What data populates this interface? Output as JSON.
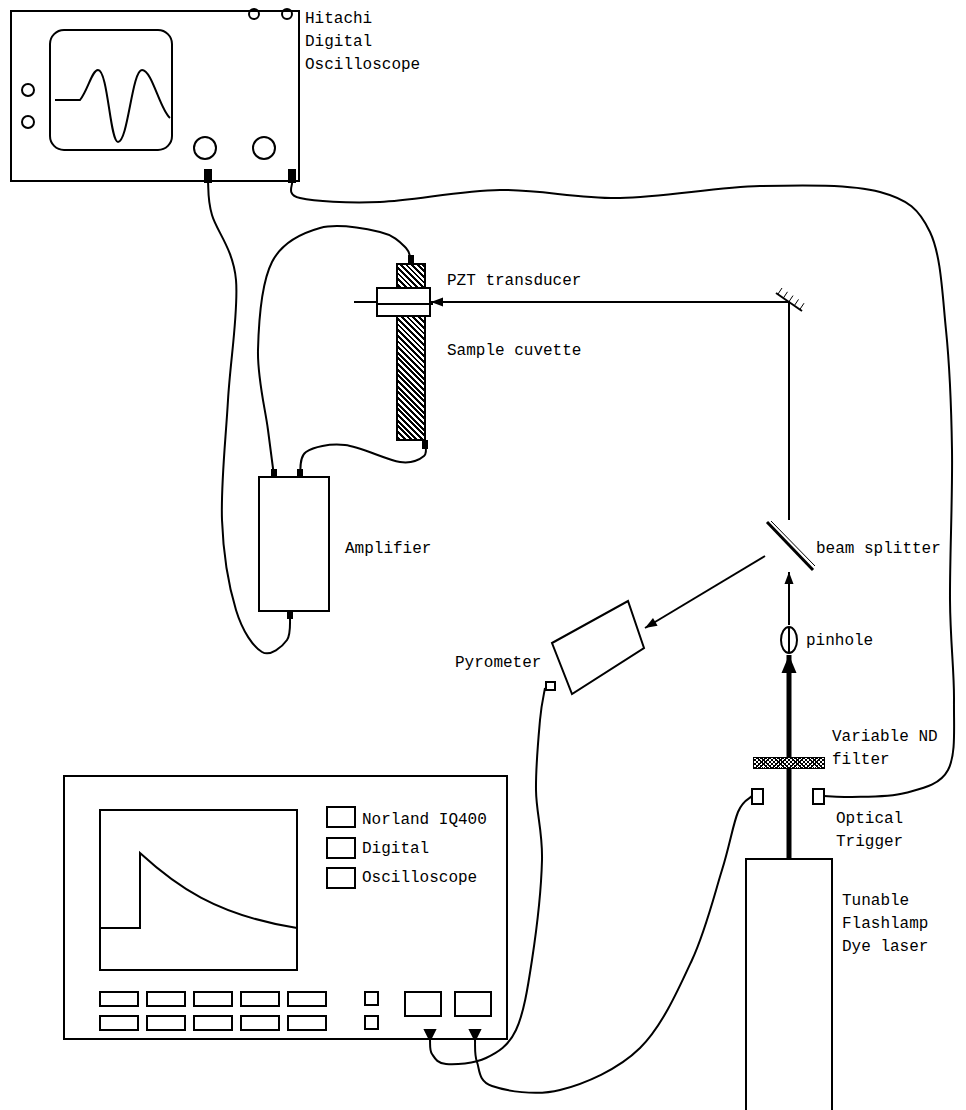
{
  "diagram": {
    "nodes": [
      {
        "text": [
          "Hitachi Digital Oscilloscope"
        ]
      },
      {
        "text": [
          "PZT transducer"
        ]
      },
      {
        "text": [
          "Sample cuvette"
        ]
      },
      {
        "text": [
          "Amplifier"
        ]
      },
      {
        "text": [
          "Pyrometer"
        ]
      },
      {
        "text": [
          "beam splitter"
        ]
      },
      {
        "text": [
          "pinhole"
        ]
      },
      {
        "text": [
          "Variable ND filter"
        ]
      },
      {
        "text": [
          "Optical Trigger"
        ]
      },
      {
        "text": [
          "Tunable Flashlamp Dye laser"
        ]
      },
      {
        "text": [
          "Norland IQ400 Digital Oscilloscope"
        ]
      }
    ],
    "edges": [
      {
        "from": 0,
        "to": 3,
        "arrow": "none"
      },
      {
        "from": 3,
        "to": 1,
        "arrow": "none"
      },
      {
        "from": 3,
        "to": 1,
        "arrow": "none"
      },
      {
        "from": 0,
        "to": 8,
        "arrow": "none"
      },
      {
        "from": 8,
        "to": 10,
        "arrow": "none"
      },
      {
        "from": 4,
        "to": 10,
        "arrow": "none"
      },
      {
        "from": 9,
        "to": 7,
        "arrow": "none"
      },
      {
        "from": 7,
        "to": 6,
        "arrow": "to"
      },
      {
        "from": 6,
        "to": 5,
        "arrow": "to"
      },
      {
        "from": 5,
        "to": 2,
        "arrow": "to"
      },
      {
        "from": 5,
        "to": 4,
        "arrow": "to"
      }
    ]
  }
}
